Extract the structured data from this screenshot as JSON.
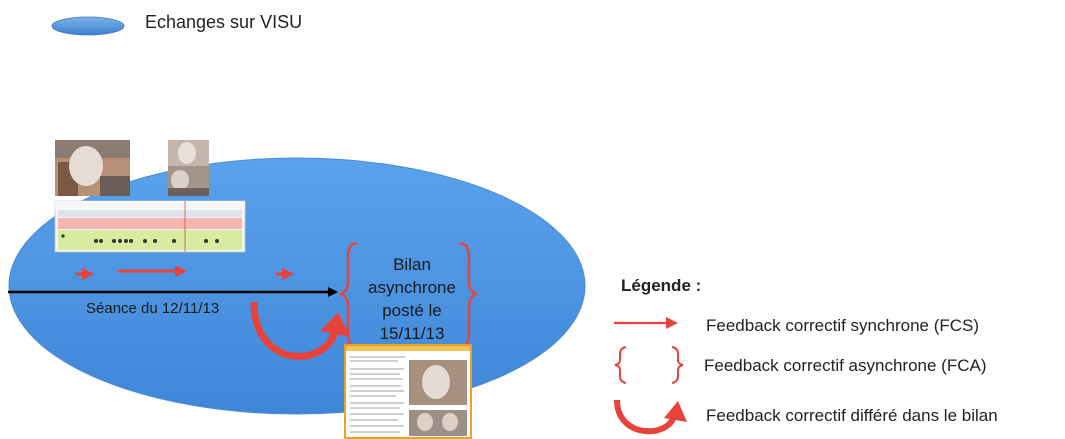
{
  "top_legend": {
    "label": "Echanges sur VISU",
    "ellipse_color": "#5b9bd5"
  },
  "main": {
    "session_label": "Séance du 12/11/13",
    "bilan_label": "Bilan asynchrone posté le 15/11/13",
    "ellipse_color": "#5f9ee6",
    "arrow_color": "#e8433a",
    "timeline_color": "#000000"
  },
  "thumbnails": {
    "webcam_main": "webcam-screenshot",
    "webcam_small": "webcam-screenshot",
    "timeline": "visu-timeline-screenshot",
    "bilan_page": "bilan-document-screenshot"
  },
  "legend": {
    "title": "Légende :",
    "items": [
      {
        "icon": "arrow-icon",
        "label": "Feedback correctif synchrone (FCS)"
      },
      {
        "icon": "brace-icon",
        "label": "Feedback correctif asynchrone (FCA)"
      },
      {
        "icon": "curved-arrow-icon",
        "label": "Feedback correctif différé dans le bilan"
      }
    ]
  }
}
